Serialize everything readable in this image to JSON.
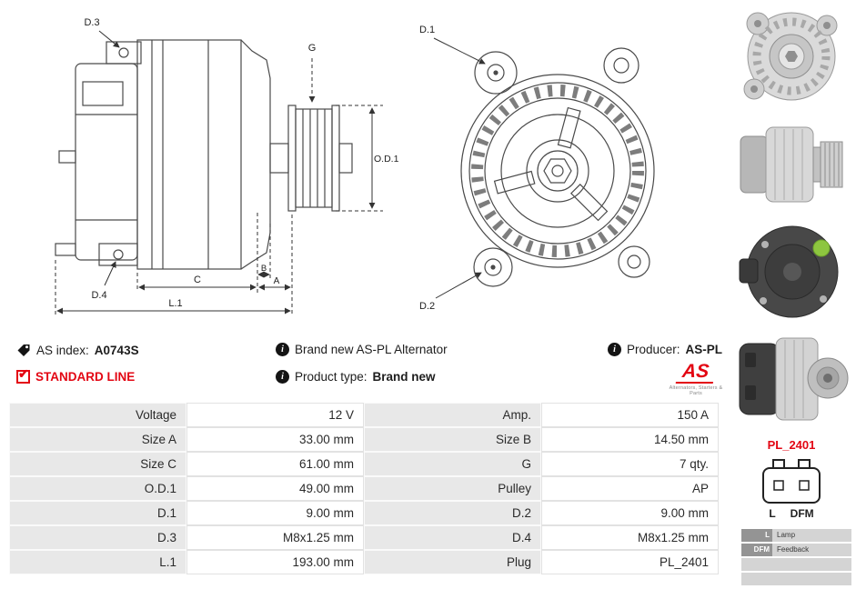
{
  "info": {
    "as_index_label": "AS index:",
    "as_index_value": "A0743S",
    "standard_line": "STANDARD LINE",
    "brand_new_text": "Brand new AS-PL Alternator",
    "product_type_label": "Product type:",
    "product_type_value": "Brand new",
    "producer_label": "Producer:",
    "producer_value": "AS-PL",
    "logo_text": "AS",
    "logo_tagline": "Alternators, Starters & Parts"
  },
  "drawings": {
    "side": {
      "d3": "D.3",
      "g": "G",
      "od1": "O.D.1",
      "d4": "D.4",
      "c": "C",
      "b": "B",
      "a": "A",
      "l1": "L.1"
    },
    "front": {
      "d1": "D.1",
      "d2": "D.2"
    }
  },
  "plug": {
    "code": "PL_2401",
    "pin_l": "L",
    "pin_dfm": "DFM",
    "legend": [
      {
        "key": "L",
        "value": "Lamp"
      },
      {
        "key": "DFM",
        "value": "Feedback"
      }
    ]
  },
  "spec": {
    "rows": [
      {
        "l1": "Voltage",
        "v1": "12 V",
        "l2": "Amp.",
        "v2": "150 A"
      },
      {
        "l1": "Size A",
        "v1": "33.00 mm",
        "l2": "Size B",
        "v2": "14.50 mm"
      },
      {
        "l1": "Size C",
        "v1": "61.00 mm",
        "l2": "G",
        "v2": "7 qty."
      },
      {
        "l1": "O.D.1",
        "v1": "49.00 mm",
        "l2": "Pulley",
        "v2": "AP"
      },
      {
        "l1": "D.1",
        "v1": "9.00 mm",
        "l2": "D.2",
        "v2": "9.00 mm"
      },
      {
        "l1": "D.3",
        "v1": "M8x1.25 mm",
        "l2": "D.4",
        "v2": "M8x1.25 mm"
      },
      {
        "l1": "L.1",
        "v1": "193.00 mm",
        "l2": "Plug",
        "v2": "PL_2401"
      }
    ]
  }
}
